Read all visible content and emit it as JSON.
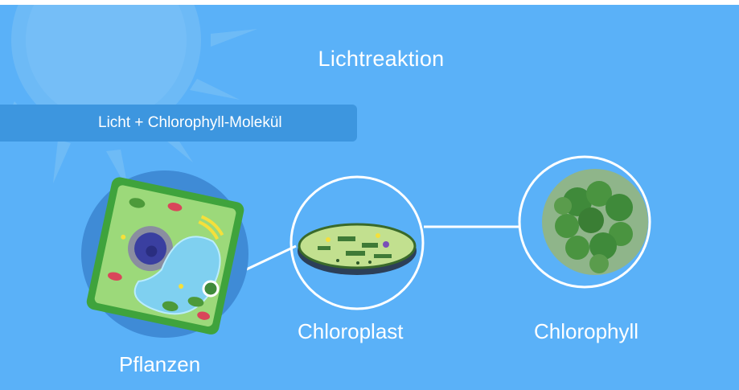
{
  "title": "Lichtreaktion",
  "banner": {
    "text": "Licht + Chlorophyll-Molekül"
  },
  "labels": {
    "plant_cell": "Pflanzen",
    "chloroplast": "Chloroplast",
    "chlorophyll": "Chlorophyll"
  },
  "colors": {
    "background": "#5ab1f8",
    "banner": "#3d96df",
    "text": "#ffffff",
    "sun": "#8ccaf7",
    "cell_wall": "#3fa33c",
    "cytoplasm": "#9cd97a",
    "nucleus": "#3a3fa0",
    "vacuole": "#7fd0f0",
    "chloroplast_body": "#c2e08f",
    "chlorophyll_green": "#3f8a3a"
  },
  "icons": {
    "sun": "sun-icon",
    "plant_cell": "plant-cell-icon",
    "chloroplast": "chloroplast-icon",
    "chlorophyll": "chlorophyll-icon"
  }
}
